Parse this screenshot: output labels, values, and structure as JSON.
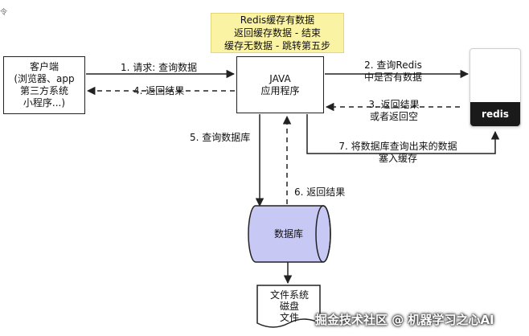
{
  "note": {
    "lines": [
      "Redis缓存有数据",
      "返回缓存数据 - 结束",
      "缓存无数据 - 跳转第五步"
    ],
    "color": "#fbf3a4"
  },
  "client": {
    "lines": [
      "客户端",
      "(浏览器、app",
      "第三方系统",
      "小程序...)"
    ]
  },
  "java": {
    "lines": [
      "JAVA",
      "应用程序"
    ]
  },
  "redis": {
    "label": "redis",
    "logo_color": "#d82c20",
    "icon": "redis-logo-icon"
  },
  "database": {
    "label": "数据库",
    "fill_color": "#c8c8f5",
    "icon": "database-cylinder-icon"
  },
  "filesystem": {
    "lines": [
      "文件系统",
      "磁盘",
      "文件"
    ],
    "icon": "document-icon"
  },
  "steps": {
    "s1": "1. 请求: 查询数据",
    "s2": [
      "2. 查询Redis",
      "中是否有数据"
    ],
    "s3": [
      "3. 返回结果",
      "或者返回空"
    ],
    "s4": "4. 返回结果",
    "s5": "5. 查询数据库",
    "s6": "6. 返回结果",
    "s7": [
      "7. 将数据库查询出来的数据",
      "塞入缓存"
    ]
  },
  "watermark": "掘金技术社区 @ 机器学习之心AI",
  "corner_glyph": "令"
}
